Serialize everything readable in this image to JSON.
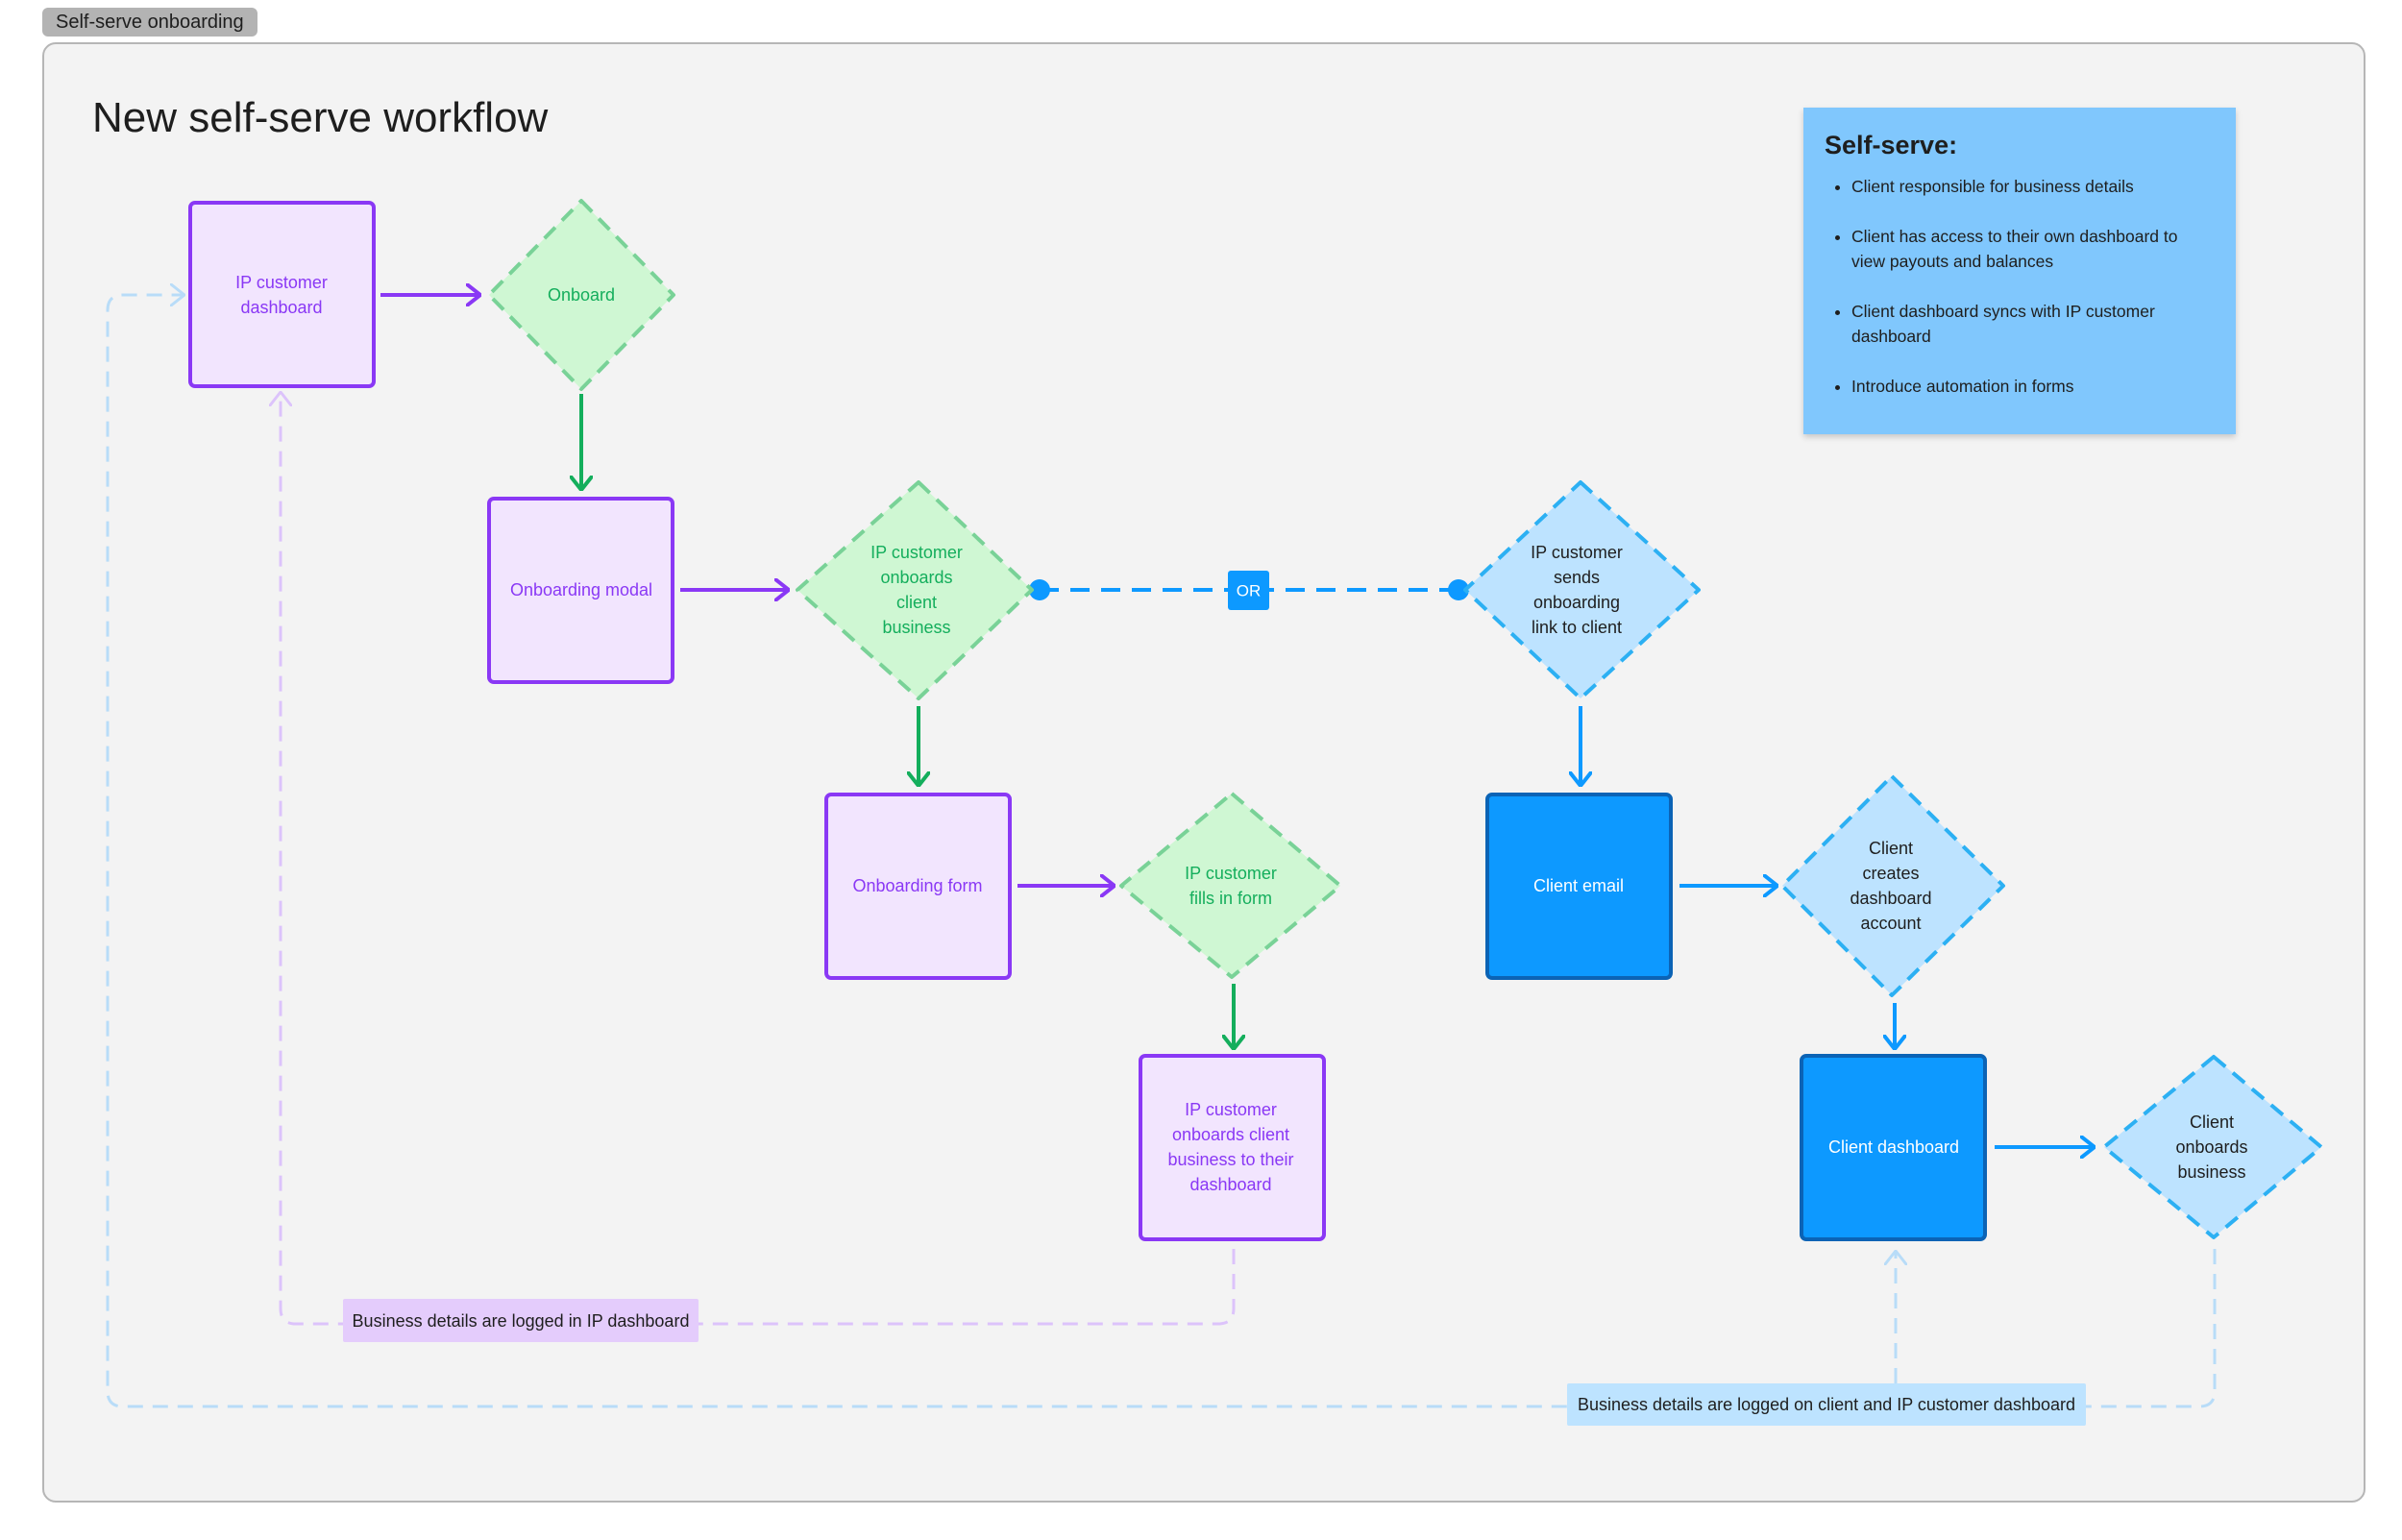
{
  "section": {
    "label": "Self-serve onboarding"
  },
  "title": "New self-serve workflow",
  "sticky_note": {
    "heading": "Self-serve:",
    "items": [
      "Client responsible for business details",
      "Client has access to their own dashboard to view payouts and balances",
      "Client dashboard syncs with IP customer dashboard",
      "Introduce automation in forms"
    ]
  },
  "colors": {
    "purple": "#8a38f5",
    "purple_fill": "#f2e5fe",
    "purple_text": "#8a38f5",
    "green": "#14ae5c",
    "green_dash": "#79d297",
    "green_fill": "#cff7d3",
    "green_text": "#14ae5c",
    "blue": "#0d99ff",
    "blue_dash": "#2cb0f3",
    "blue_fill": "#bde3ff",
    "blue_dark": "#0d99ff",
    "sticky": "#80c7fd"
  },
  "nodes": {
    "ip_dashboard": [
      "IP customer",
      "dashboard"
    ],
    "onboard": [
      "Onboard"
    ],
    "onboarding_modal": [
      "Onboarding modal"
    ],
    "ip_onboards_client": [
      "IP customer",
      "onboards",
      "client",
      "business"
    ],
    "ip_sends_link": [
      "IP customer",
      "sends",
      "onboarding",
      "link to client"
    ],
    "onboarding_form": [
      "Onboarding form"
    ],
    "ip_fills_form": [
      "IP customer",
      "fills in form"
    ],
    "client_email": [
      "Client email"
    ],
    "client_creates_account": [
      "Client",
      "creates",
      "dashboard",
      "account"
    ],
    "ip_onboards_to_dashboard": [
      "IP customer",
      "onboards client",
      "business to their",
      "dashboard"
    ],
    "client_dashboard": [
      "Client dashboard"
    ],
    "client_onboards_business": [
      "Client",
      "onboards",
      "business"
    ]
  },
  "or_label": "OR",
  "labels": {
    "logged_ip": "Business details are logged in IP dashboard",
    "logged_client": "Business details are logged on client and IP customer dashboard"
  }
}
